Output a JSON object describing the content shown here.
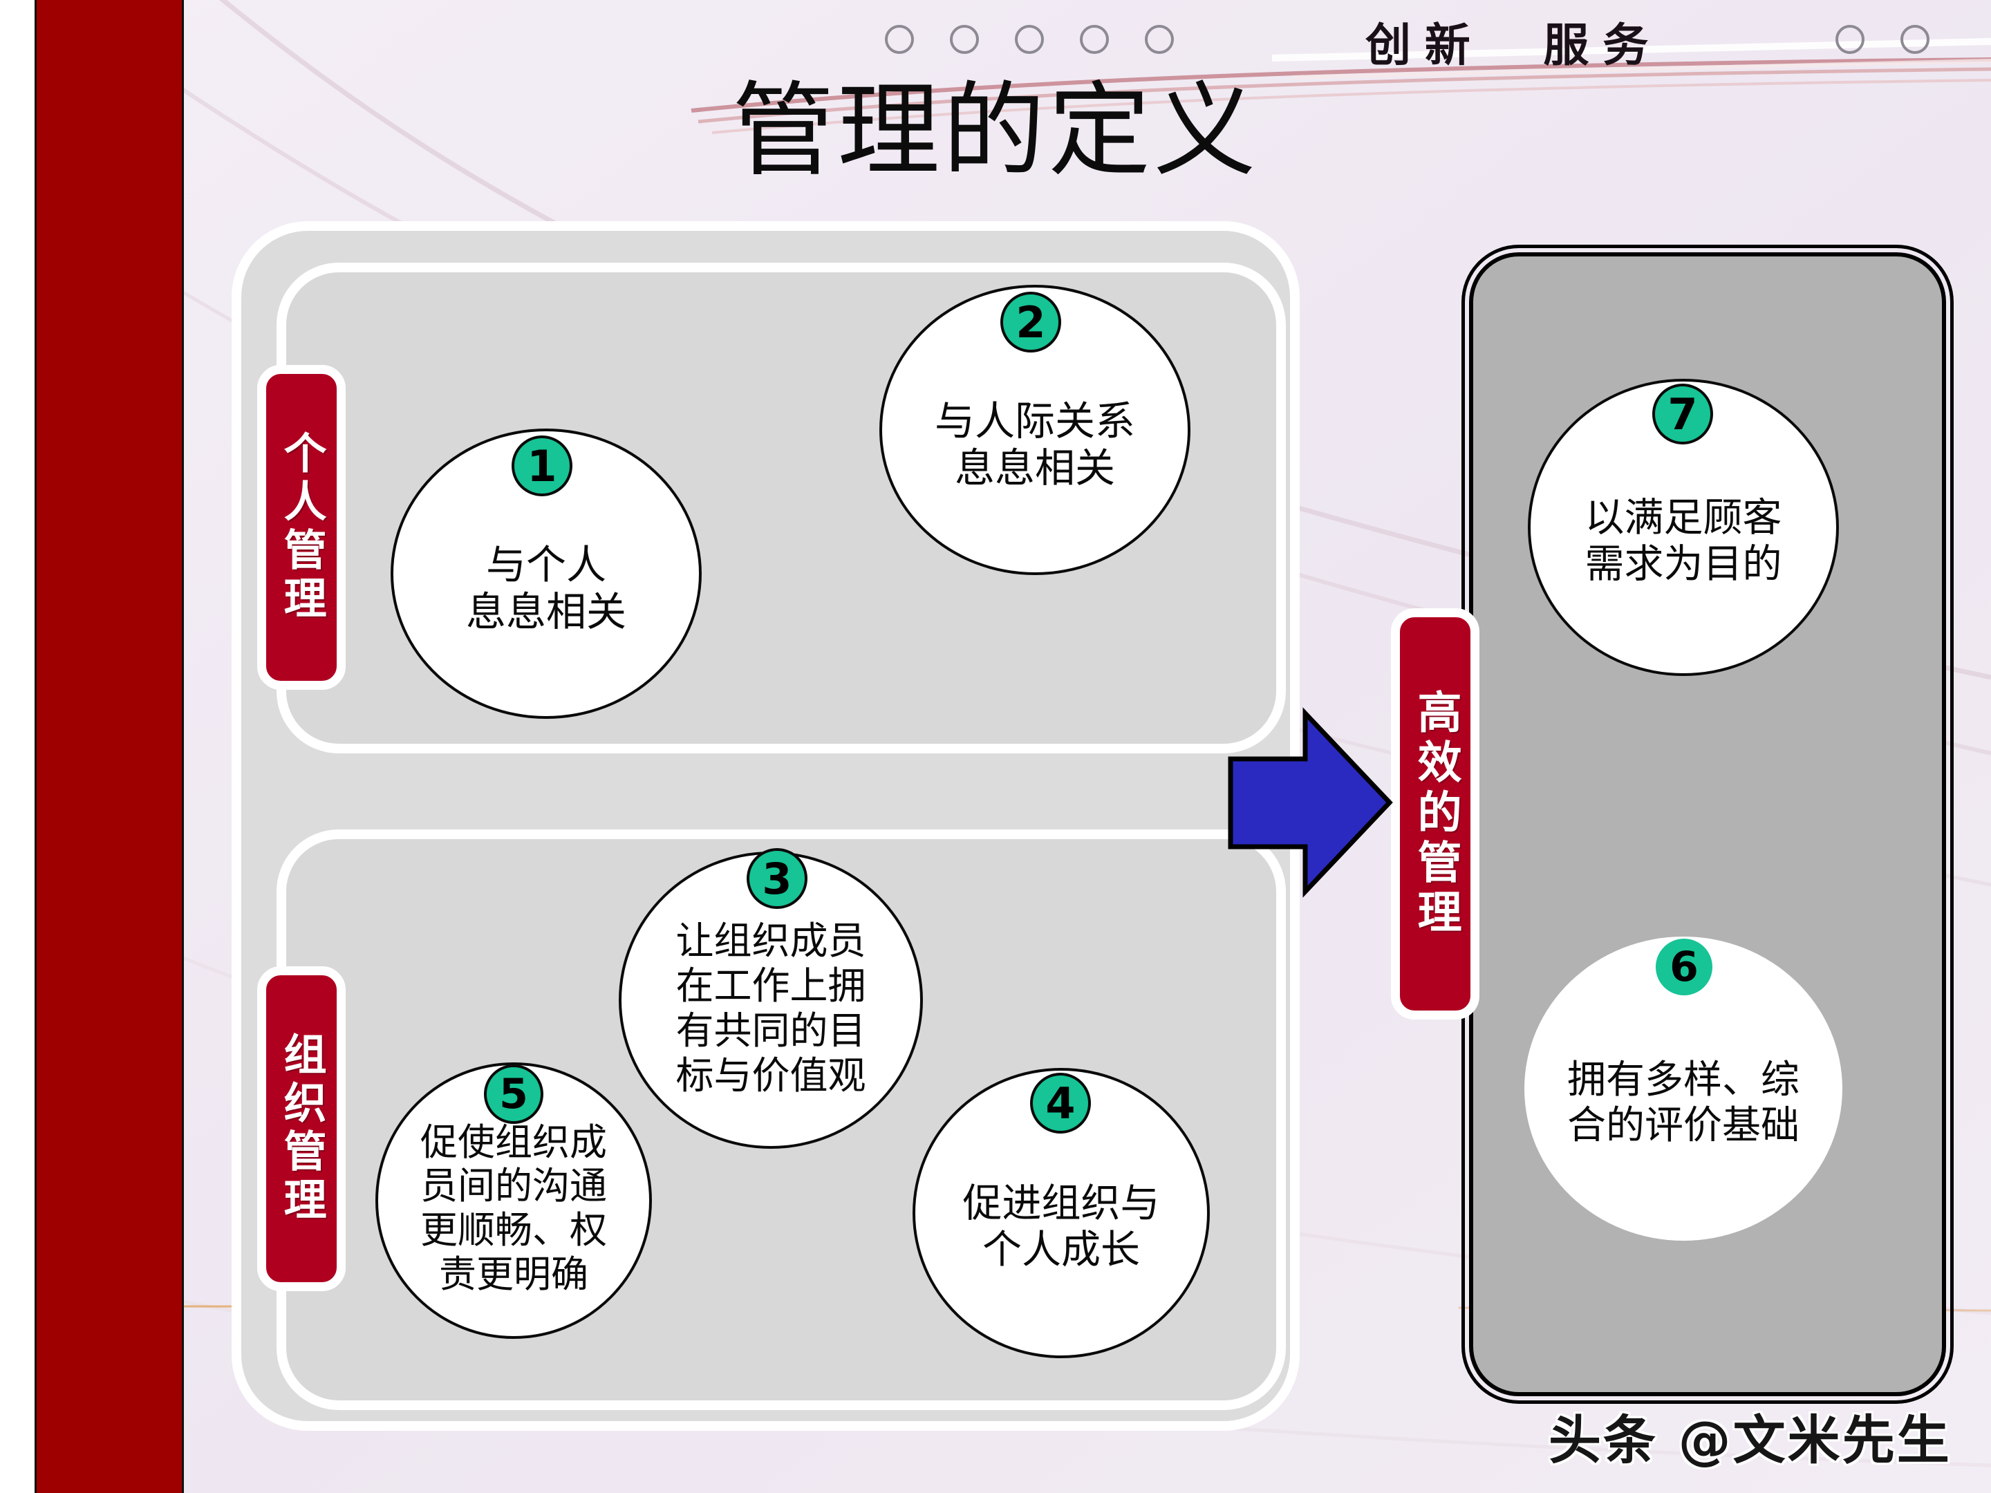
{
  "slide": {
    "title": "管理的定义",
    "header_text": "创新　服务",
    "header_circle_count_left": 5,
    "header_circle_count_right": 2,
    "accent_red": "#b00020",
    "bar_red": "#9e0000",
    "badge_green": "#16c495",
    "arrow_blue": "#2a2ac0",
    "panel_gray": "#d8d8d8",
    "right_panel_gray": "#b2b2b2",
    "background": "#f0eaf2"
  },
  "tabs": {
    "personal": "个人管理",
    "organizational": "组织管理",
    "efficient": "高效的管理"
  },
  "bubbles": [
    {
      "id": "1",
      "number": "1",
      "text": "与个人\n息息相关"
    },
    {
      "id": "2",
      "number": "2",
      "text": "与人际关系\n息息相关"
    },
    {
      "id": "3",
      "number": "3",
      "text": "让组织成员\n在工作上拥\n有共同的目\n标与价值观"
    },
    {
      "id": "4",
      "number": "4",
      "text": "促进组织与\n个人成长"
    },
    {
      "id": "5",
      "number": "5",
      "text": "促使组织成\n员间的沟通\n更顺畅、权\n责更明确"
    },
    {
      "id": "6",
      "number": "6",
      "text": "拥有多样、综\n合的评价基础"
    },
    {
      "id": "7",
      "number": "7",
      "text": "以满足顾客\n需求为目的"
    }
  ],
  "watermark": "头条 @文米先生"
}
